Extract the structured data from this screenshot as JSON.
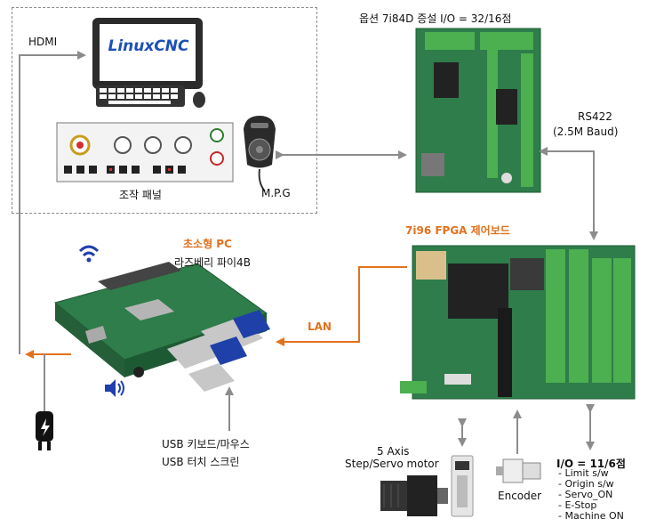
{
  "labels": {
    "hdmi": "HDMI",
    "monitor_brand": "LinuxCNC",
    "panel": "조작 패널",
    "mpg": "M.P.G",
    "expansion_board": "옵션 7i84D 증설 I/O = 32/16점",
    "rs422_line1": "RS422",
    "rs422_line2": "(2.5M Baud)",
    "mini_pc": "초소형 PC",
    "raspberry": "라즈베리 파이4B",
    "fpga_board": "7i96 FPGA 제어보드",
    "lan": "LAN",
    "usb_keyboard": "USB 키보드/마우스",
    "usb_touch": "USB 터치 스크린",
    "axis_line1": "5 Axis",
    "axis_line2": "Step/Servo motor",
    "encoder": "Encoder",
    "io_title": "I/O = 11/6점",
    "io_items": [
      "- Limit s/w",
      "- Origin s/w",
      "- Servo_ON",
      "- E-Stop",
      "- Machine ON"
    ]
  },
  "colors": {
    "arrow_gray": "#8c8c8c",
    "arrow_orange": "#e2711d",
    "pcb_green": "#2e7d4a",
    "terminal_green": "#4caf50",
    "wifi_blue": "#1f3fae"
  }
}
